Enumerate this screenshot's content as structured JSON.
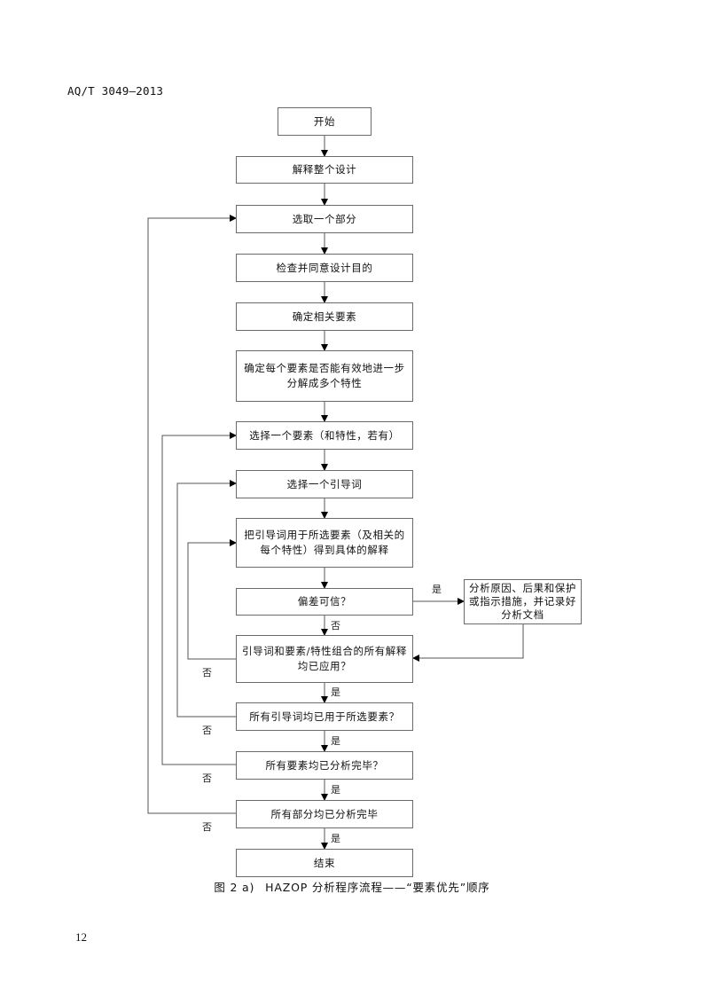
{
  "header": {
    "standard_code": "AQ/T 3049—2013"
  },
  "flowchart": {
    "steps": {
      "start": "开始",
      "explain_design": "解释整个设计",
      "select_part": "选取一个部分",
      "check_intent": "检查并同意设计目的",
      "identify_elements": "确定相关要素",
      "decompose": "确定每个要素是否能有效地进一步分解成多个特性",
      "select_element": "选择一个要素（和特性，若有）",
      "select_guide_word": "选择一个引导词",
      "apply_guide_word": "把引导词用于所选要素（及相关的每个特性）得到具体的解释",
      "deviation_credible": "偏差可信？",
      "analyze_causes": "分析原因、后果和保护或指示措施，并记录好分析文档",
      "all_interpretations_applied": "引导词和要素/特性组合的所有解释均已应用？",
      "all_guide_words_applied": "所有引导词均已用于所选要素？",
      "all_elements_analyzed": "所有要素均已分析完毕？",
      "all_parts_analyzed": "所有部分均已分析完毕",
      "end": "结束"
    },
    "labels": {
      "yes": "是",
      "no": "否"
    }
  },
  "caption": {
    "figure_no": "图 2 a)",
    "title": "HAZOP 分析程序流程——“要素优先”顺序"
  },
  "footer": {
    "page_number": "12"
  }
}
